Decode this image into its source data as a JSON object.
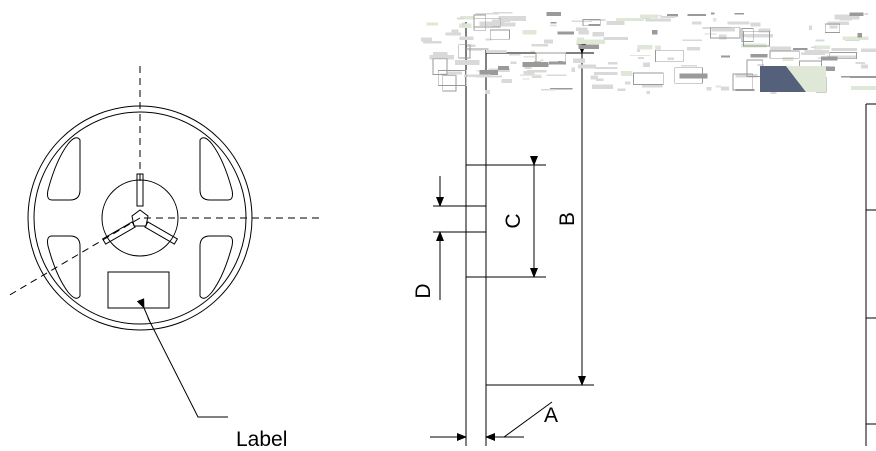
{
  "labels": {
    "label": "Label",
    "a": "A",
    "b": "B",
    "c": "C",
    "d": "D"
  },
  "colors": {
    "line": "#000000",
    "background": "#ffffff",
    "artifact_light": "#d9d9d9",
    "artifact_mid": "#9a9a9a",
    "artifact_green": "#dfe8d6",
    "artifact_dark": "#55607a"
  }
}
